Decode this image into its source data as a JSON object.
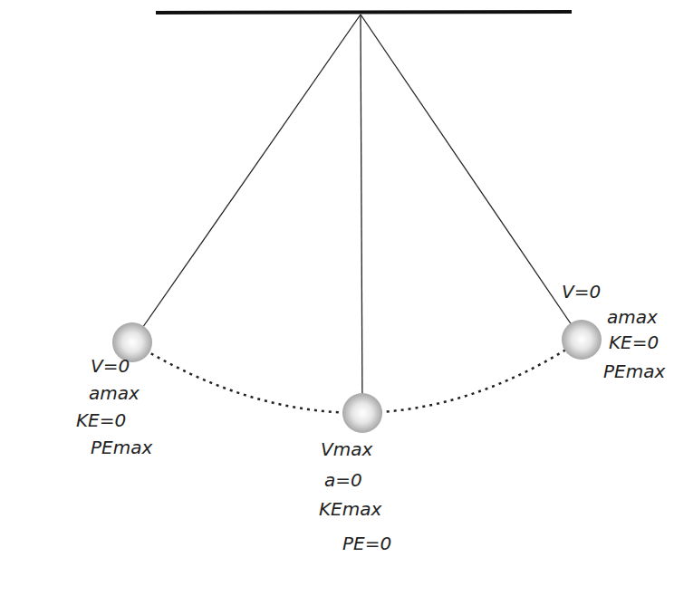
{
  "diagram": {
    "labels": [
      "V=0",
      "amax",
      "KE=0",
      "PEmax",
      "Vmax",
      "a=0",
      "KEmax",
      "PE=0",
      "V=0",
      "amax",
      "KE=0",
      "PEmax"
    ]
  }
}
